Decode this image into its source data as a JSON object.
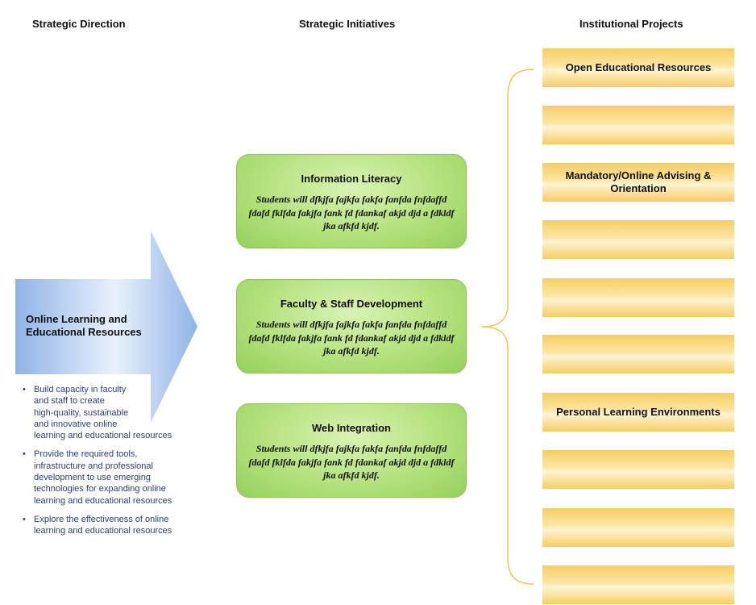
{
  "headers": {
    "direction": "Strategic Direction",
    "initiatives": "Strategic Initiatives",
    "projects": "Institutional Projects"
  },
  "direction": {
    "label": "Online Learning and Educational Resources",
    "bullets": [
      "Build capacity in faculty\nand staff to create\nhigh-quality, sustainable\nand innovative online\nlearning and educational resources",
      "Provide the required tools,\n infrastructure and professional\ndevelopment to use emerging\ntechnologies for expanding online\nlearning and educational resources",
      "Explore the effectiveness of online\nlearning and educational resources"
    ]
  },
  "initiatives": [
    {
      "title": "Information Literacy",
      "desc": "Students will dfkjfa fajkfa fakfa fanfda fnfdaffd fdafd fklfda fakjfa fank fd fdankaf akjd djd a fdkldf jka afkfd kjdf."
    },
    {
      "title": "Faculty & Staff Development",
      "desc": "Students will dfkjfa fajkfa fakfa fanfda fnfdaffd fdafd fklfda fakjfa fank fd fdankaf akjd djd a fdkldf jka afkfd kjdf."
    },
    {
      "title": "Web Integration",
      "desc": "Students will dfkjfa fajkfa fakfa fanfda fnfdaffd fdafd fklfda fakjfa fank fd fdankaf akjd djd a fdkldf jka afkfd kjdf."
    }
  ],
  "projects": [
    "Open Educational Resources",
    "",
    "Mandatory/Online Advising & Orientation",
    "",
    "",
    "",
    "Personal Learning Environments",
    "",
    "",
    ""
  ],
  "colors": {
    "arrow": "#8fb4e6",
    "initiative_fill": "#b4e27d",
    "project_fill": "#f6cd63",
    "brace": "#f0c35a",
    "bullet_text": "#2b3f72"
  }
}
